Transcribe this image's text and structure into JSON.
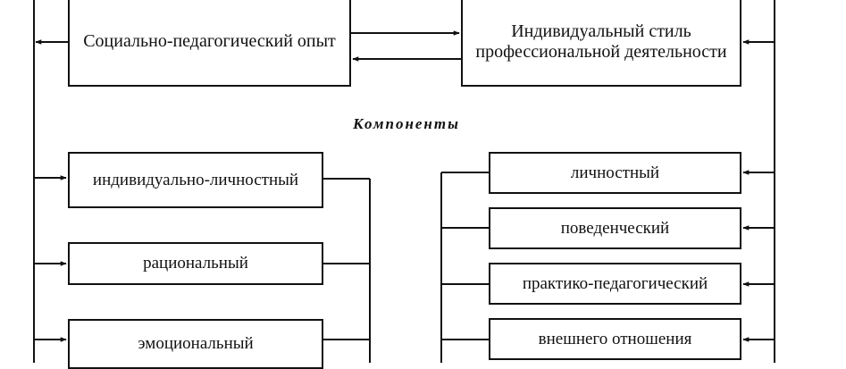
{
  "top_boxes": {
    "social_pedagogical": "Социально-педагогический опыт",
    "individual_style": "Индивидуальный стиль профессиональной деятельности"
  },
  "components_heading": "Компоненты",
  "left_components": [
    "индивидуально-личностный",
    "рациональный",
    "эмоциональный"
  ],
  "right_components": [
    "личностный",
    "поведенческий",
    "практико-педагогический",
    "внешнего отношения"
  ]
}
